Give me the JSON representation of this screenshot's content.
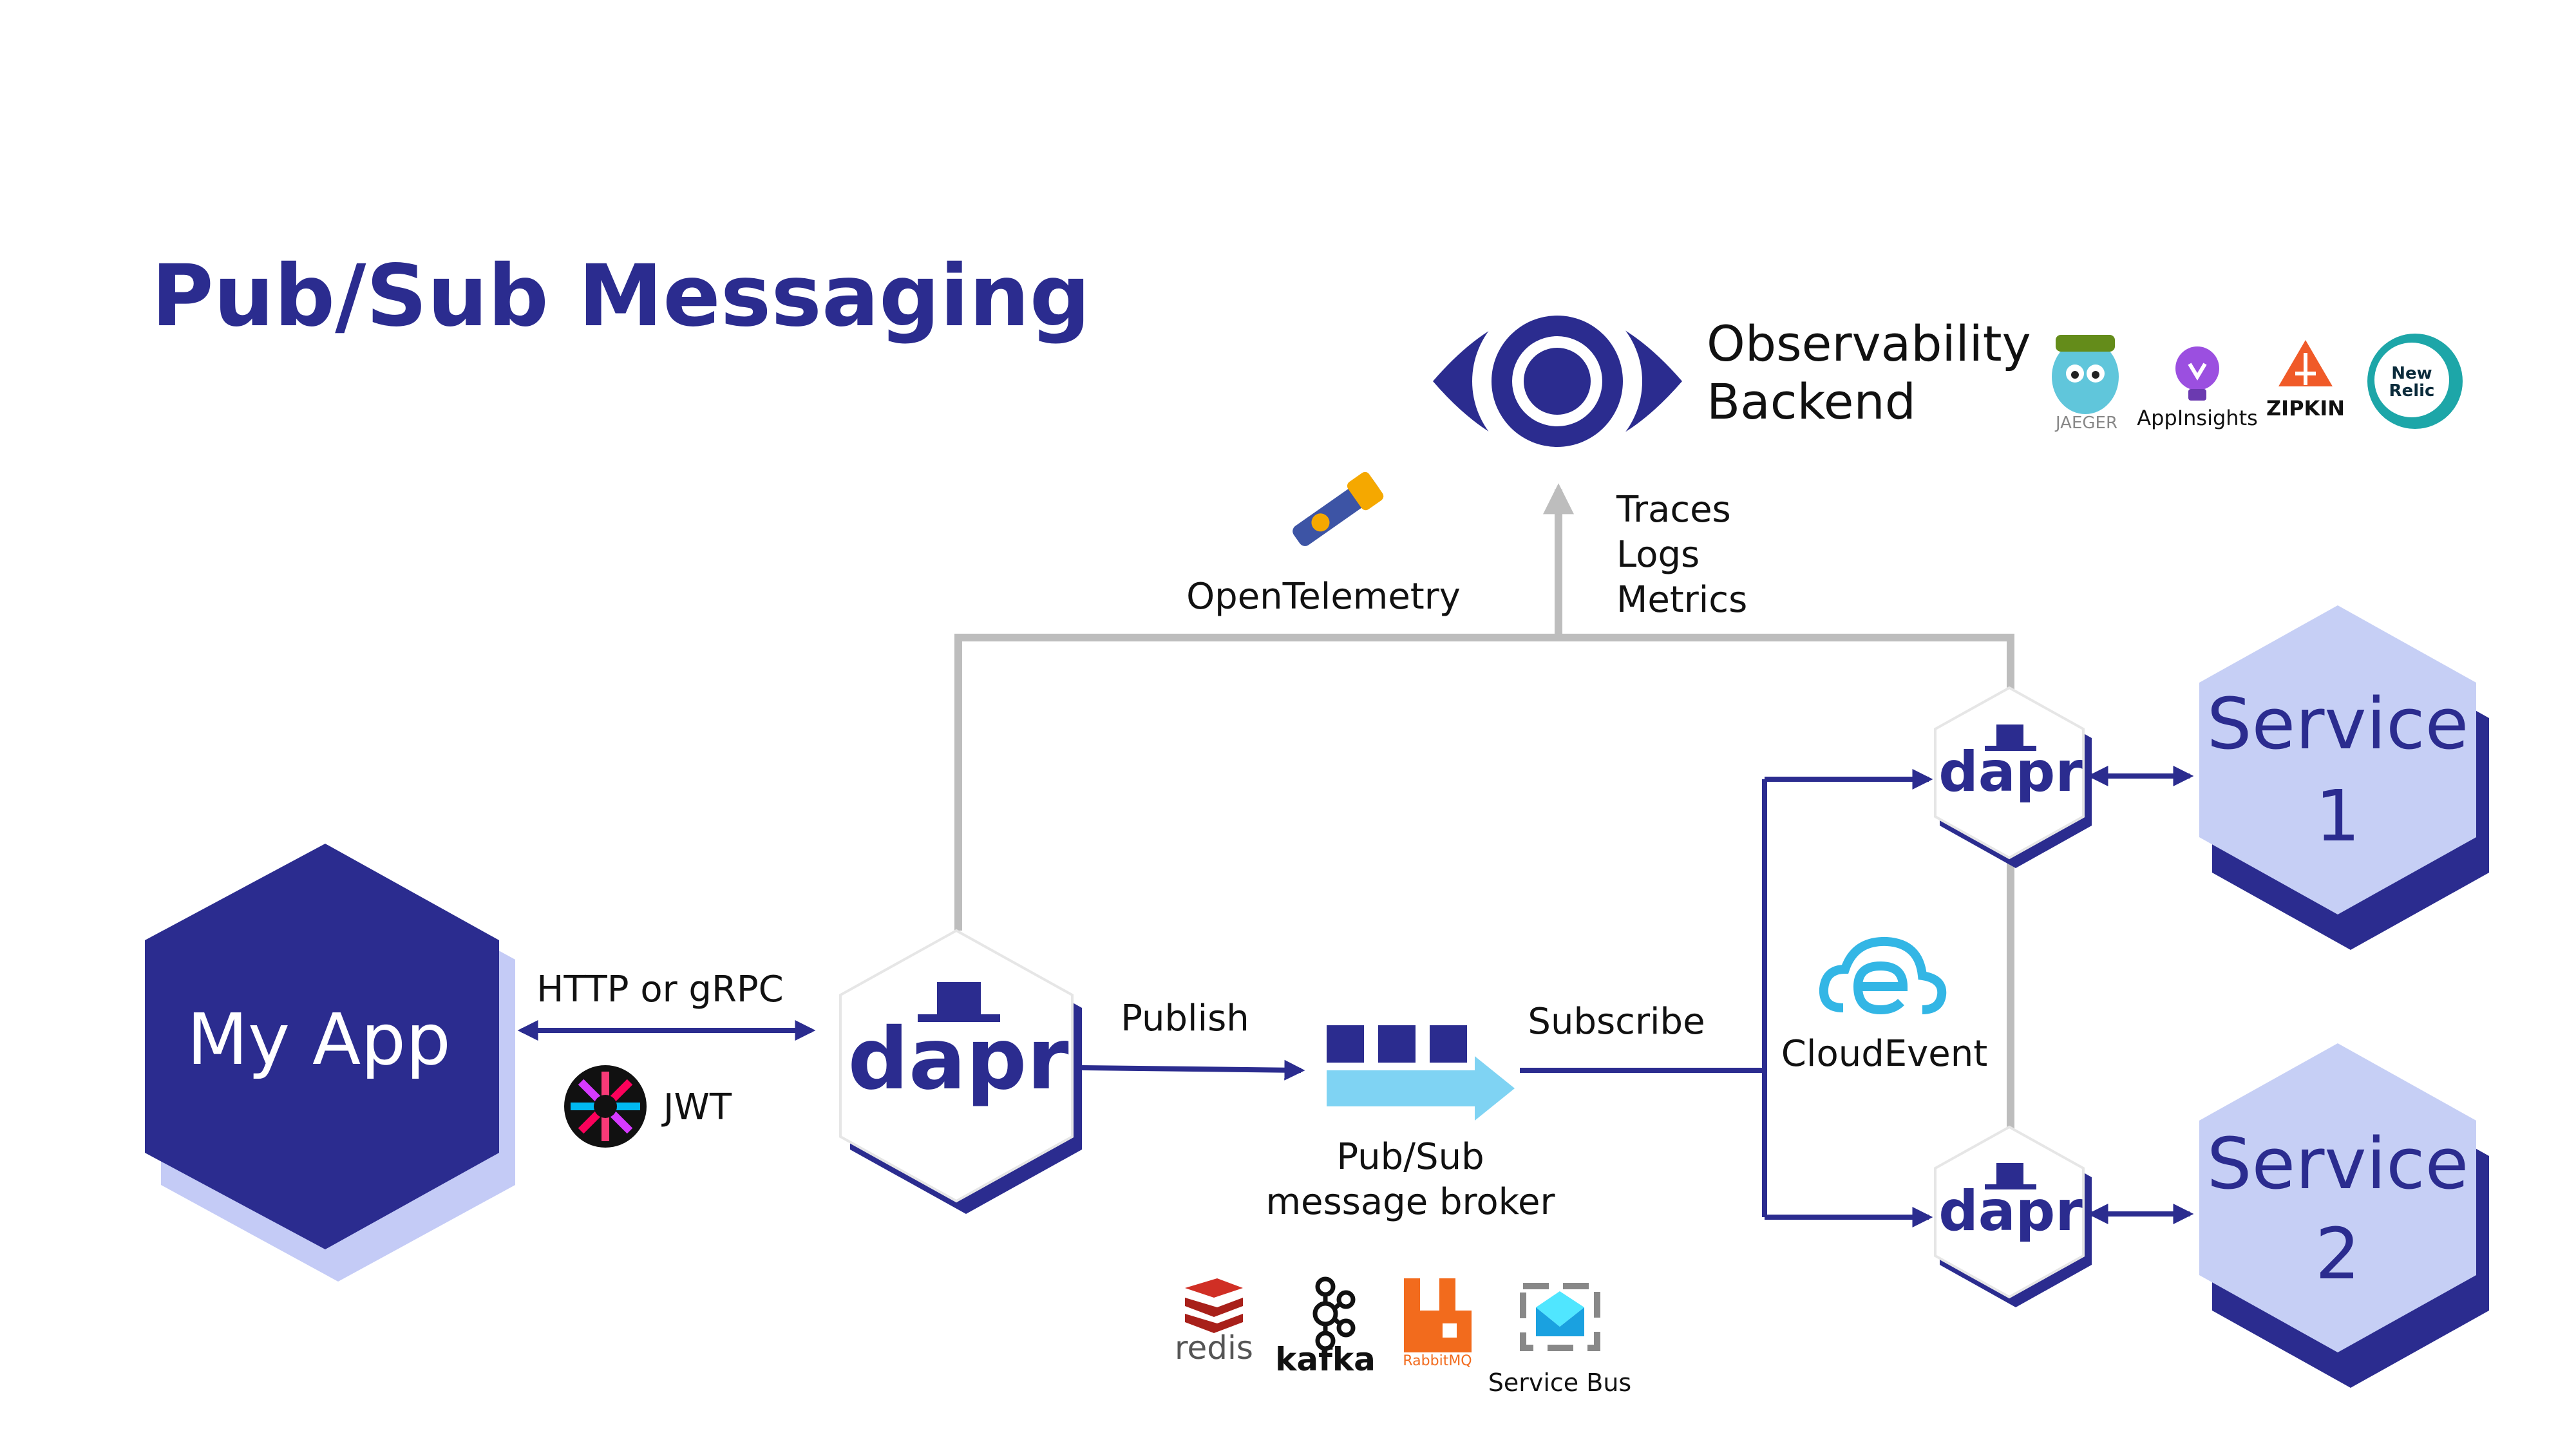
{
  "title": "Pub/Sub Messaging",
  "observability": {
    "line1": "Observability",
    "line2": "Backend",
    "signals": [
      "Traces",
      "Logs",
      "Metrics"
    ],
    "providers": {
      "jaeger": "JAEGER",
      "appinsights": "AppInsights",
      "zipkin": "ZIPKIN",
      "newrelic_line1": "New",
      "newrelic_line2": "Relic"
    }
  },
  "opentelemetry": "OpenTelemetry",
  "my_app": "My App",
  "link_protocol": "HTTP or gRPC",
  "jwt": "JWT",
  "dapr_label": "dapr",
  "publish": "Publish",
  "subscribe": "Subscribe",
  "broker": {
    "line1": "Pub/Sub",
    "line2": "message broker"
  },
  "brokers": {
    "redis": "redis",
    "kafka": "kafka",
    "rabbitmq": "RabbitMQ",
    "servicebus": "Service Bus"
  },
  "cloudevent": "CloudEvent",
  "service1": {
    "line1": "Service",
    "line2": "1"
  },
  "service2": {
    "line1": "Service",
    "line2": "2"
  },
  "colors": {
    "navy": "#2B2C8F",
    "light_blue": "#C6CFF5",
    "shadow": "#C4CBF6",
    "gray_line": "#BDBDBD",
    "arrow_fill": "#7FD3F3",
    "cloud": "#33B6E5",
    "redis": "#D02F25",
    "rabbit": "#F26B1D",
    "zipkin": "#F05A28"
  }
}
